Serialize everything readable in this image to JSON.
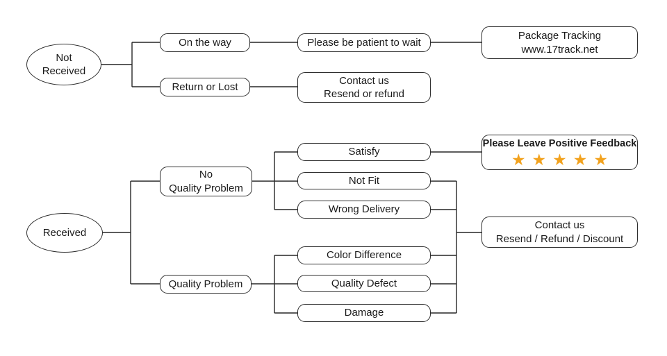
{
  "colors": {
    "line": "#262626",
    "star": "#F2A21E"
  },
  "nodes": {
    "not_received": {
      "label": "Not\nReceived"
    },
    "on_the_way": {
      "label": "On the way"
    },
    "please_wait": {
      "label": "Please be patient to wait"
    },
    "package_tracking": {
      "label": "Package Tracking\nwww.17track.net"
    },
    "return_or_lost": {
      "label": "Return or Lost"
    },
    "contact_resend_refund": {
      "label": "Contact us\nResend or refund"
    },
    "received": {
      "label": "Received"
    },
    "no_quality_problem": {
      "label": "No\nQuality Problem"
    },
    "quality_problem": {
      "label": "Quality Problem"
    },
    "satisfy": {
      "label": "Satisfy"
    },
    "not_fit": {
      "label": "Not Fit"
    },
    "wrong_delivery": {
      "label": "Wrong Delivery"
    },
    "color_difference": {
      "label": "Color Difference"
    },
    "quality_defect": {
      "label": "Quality Defect"
    },
    "damage": {
      "label": "Damage"
    },
    "positive_feedback": {
      "label": "Please Leave Positive Feedback",
      "star_count": 5,
      "stars": "★★★★★"
    },
    "contact_resend_refund_discount": {
      "label": "Contact us\nResend / Refund / Discount"
    }
  }
}
